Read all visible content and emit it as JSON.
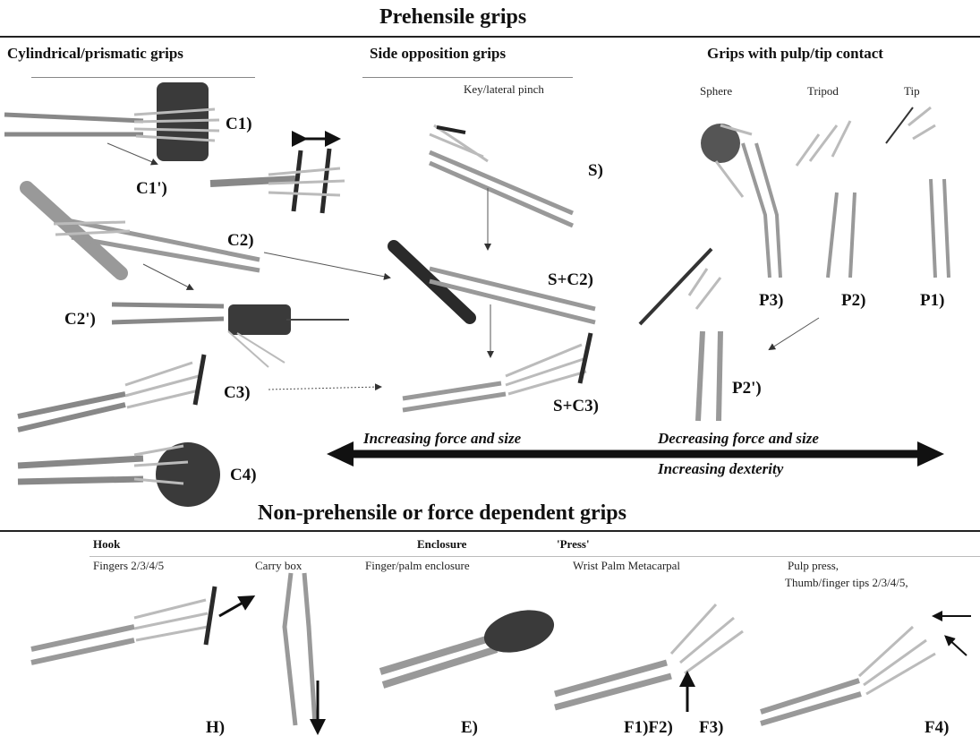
{
  "titles": {
    "prehensile": "Prehensile grips",
    "non_prehensile": "Non-prehensile or force dependent grips"
  },
  "sections": {
    "cylindrical": "Cylindrical/prismatic grips",
    "side": "Side opposition grips",
    "pulp": "Grips with pulp/tip contact"
  },
  "sublabels": {
    "key_lateral": "Key/lateral pinch",
    "sphere": "Sphere",
    "tripod": "Tripod",
    "tip": "Tip"
  },
  "grip_labels": {
    "c1": "C1)",
    "c1p": "C1')",
    "c2": "C2)",
    "c2p": "C2')",
    "c3": "C3)",
    "c4": "C4)",
    "s": "S)",
    "sc2": "S+C2)",
    "sc3": "S+C3)",
    "p1": "P1)",
    "p2": "P2)",
    "p3": "P3)",
    "p2p": "P2')",
    "h": "H)",
    "e": "E)",
    "f1f2": "F1)F2)",
    "f3": "F3)",
    "f4": "F4)"
  },
  "axis": {
    "left": "Increasing force and size",
    "right_top": "Decreasing force and size",
    "right_bottom": "Increasing dexterity"
  },
  "bottom_groups": {
    "hook": "Hook",
    "hook_fingers": "Fingers  2/3/4/5",
    "carry_box": "Carry box",
    "enclosure": "Enclosure",
    "enclosure_sub": "Finger/palm enclosure",
    "press": "'Press'",
    "press_sub": "Wrist   Palm   Metacarpal",
    "pulp_press": "Pulp press,",
    "thumb_tips": "Thumb/finger tips 2/3/4/5,"
  },
  "colors": {
    "ink": "#111111",
    "bone": "#9a9a9a",
    "object": "#2a2a2a"
  }
}
